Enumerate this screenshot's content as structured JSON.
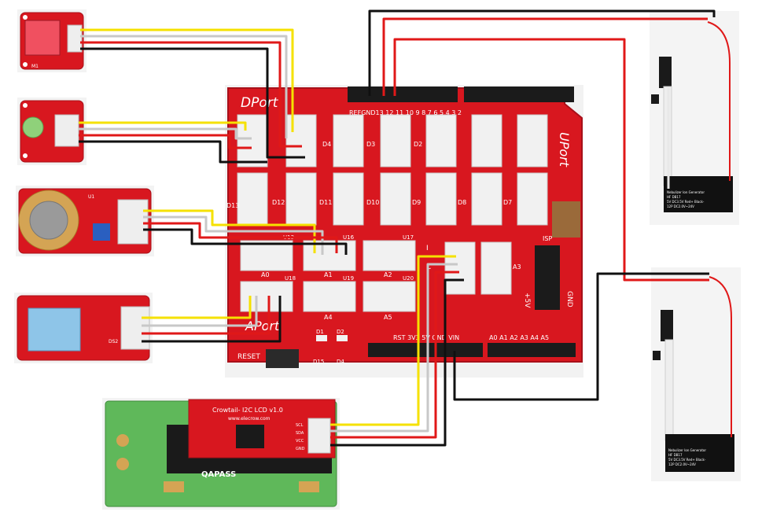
{
  "shield": {
    "dport": "DPort",
    "uport": "UPort",
    "aport": "APort",
    "aref_header": "REFGND13 12 11 10  9  8     7  6  5  4  3  2",
    "reset": "RESET",
    "isp": "ISP",
    "gnd": "GND",
    "plus5v": "+5V",
    "power_header": "RST 3V3  5V  GND VIN",
    "analog_header": "A0 A1 A2 A3 A4 A5",
    "d_labels": [
      "D4",
      "D3",
      "D2",
      "D13",
      "D12",
      "D11",
      "D10",
      "D9",
      "D8",
      "D7"
    ],
    "a_labels": [
      "A0",
      "A1",
      "A2",
      "A3",
      "A4",
      "A5"
    ],
    "u_labels": [
      "U13",
      "U16",
      "U17",
      "U18",
      "U19",
      "U20"
    ],
    "misc": [
      "D1",
      "D2",
      "D15",
      "D4",
      "I",
      "C"
    ]
  },
  "lcd": {
    "adapter_title": "Crowtail- I2C LCD v1.0",
    "adapter_url": "www.elecrow.com",
    "brand": "QAPASS",
    "pins": [
      "SCL",
      "SDA",
      "VCC",
      "GND"
    ]
  },
  "sensors": {
    "button_label": "M1",
    "gas_label": "U1",
    "humid_label": "DS2"
  },
  "atomizer": {
    "line1": "Nebulizer Ion Generator",
    "line2": "HF DB17",
    "line3": "5V DC3.5V Red+ Black-",
    "line4": "12P DC2.0V~24V"
  },
  "colors": {
    "board_red": "#d8171f",
    "wire_yellow": "#f5e100",
    "wire_gray": "#c8c8c8",
    "wire_red": "#e01818",
    "wire_black": "#101010",
    "lcd_green": "#5fb85a"
  }
}
